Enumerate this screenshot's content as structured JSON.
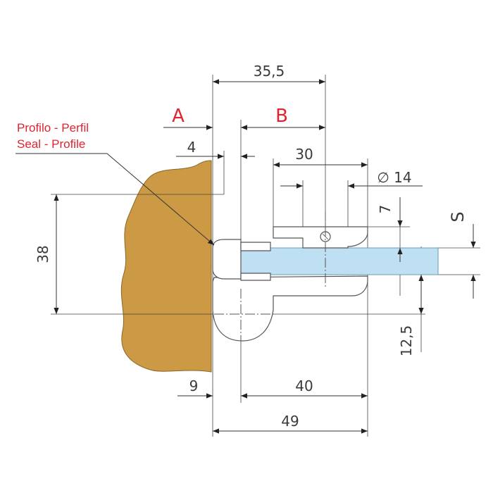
{
  "drawing": {
    "dimensions": {
      "top_width": "35,5",
      "zone_a": "A",
      "zone_b": "B",
      "gap_4": "4",
      "body_30": "30",
      "hole_dia": "∅ 14",
      "offset_7": "7",
      "thickness": "S",
      "height_38": "38",
      "offset_12_5": "12,5",
      "gap_9": "9",
      "length_40": "40",
      "total_49": "49"
    },
    "callout": {
      "line1": "Profilo - Perfil",
      "line2": "Seal - Profile"
    },
    "colors": {
      "wall": "#cc9a45",
      "glass": "#bfe0f2",
      "label_red": "#e0242f"
    }
  }
}
